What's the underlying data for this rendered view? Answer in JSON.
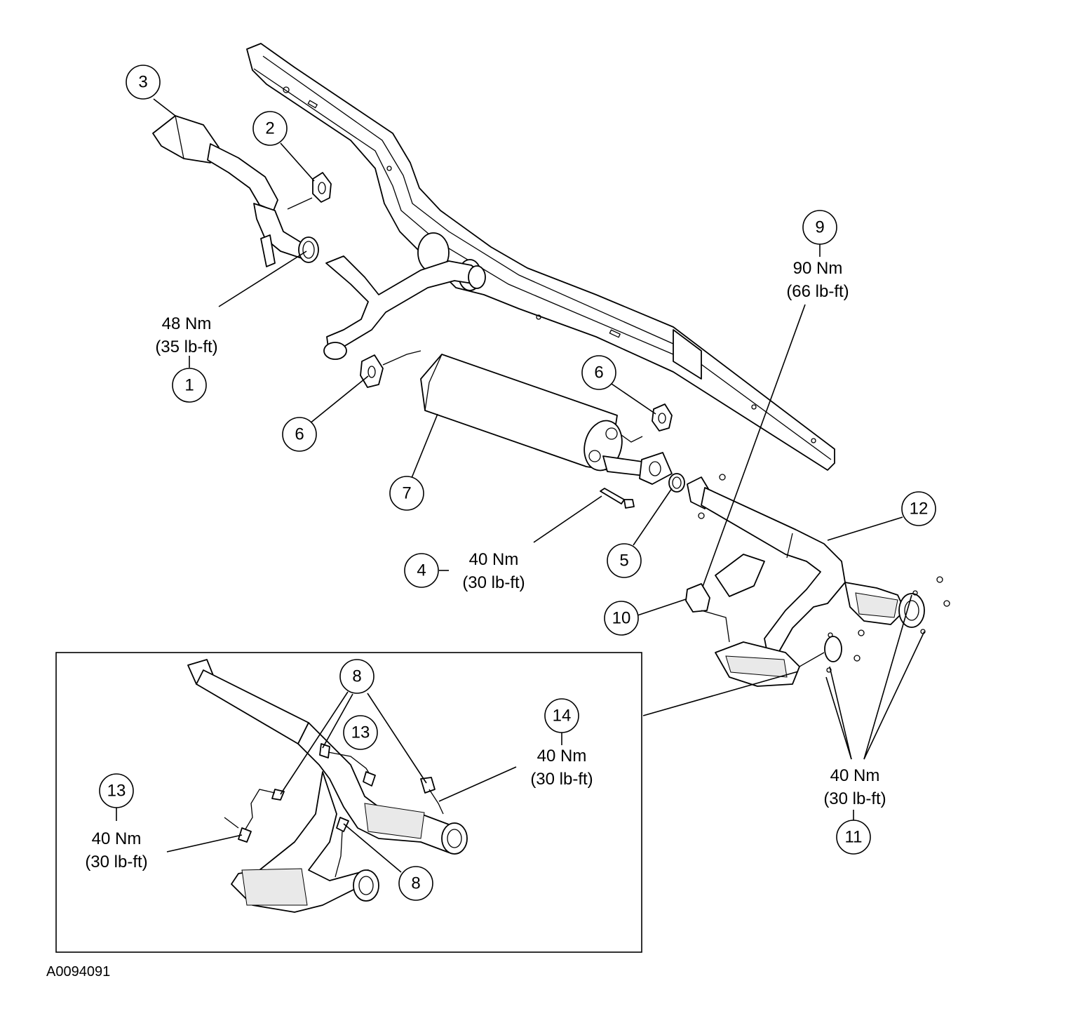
{
  "figure_id": "A0094091",
  "callouts": {
    "c1": "1",
    "c2": "2",
    "c3": "3",
    "c4": "4",
    "c5": "5",
    "c6a": "6",
    "c6b": "6",
    "c7": "7",
    "c8a": "8",
    "c8b": "8",
    "c9": "9",
    "c10": "10",
    "c11": "11",
    "c12": "12",
    "c13a": "13",
    "c13b": "13",
    "c14": "14"
  },
  "torque_specs": {
    "t1_nm": "48 Nm",
    "t1_lbft": "(35 lb-ft)",
    "t4_nm": "40 Nm",
    "t4_lbft": "(30 lb-ft)",
    "t9_nm": "90 Nm",
    "t9_lbft": "(66 lb-ft)",
    "t11_nm": "40 Nm",
    "t11_lbft": "(30 lb-ft)",
    "t13_nm": "40 Nm",
    "t13_lbft": "(30 lb-ft)",
    "t14_nm": "40 Nm",
    "t14_lbft": "(30 lb-ft)"
  }
}
